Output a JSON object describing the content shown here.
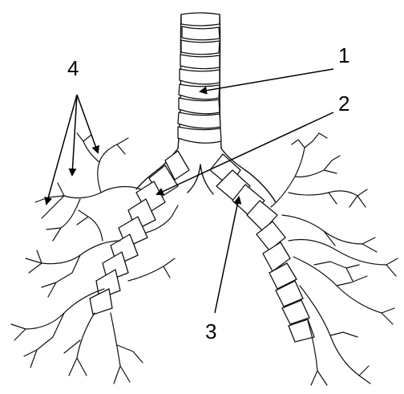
{
  "labels": {
    "one": "1",
    "two": "2",
    "three": "3",
    "four": "4"
  },
  "colors": {
    "ink": "#111111",
    "background": "#ffffff"
  }
}
